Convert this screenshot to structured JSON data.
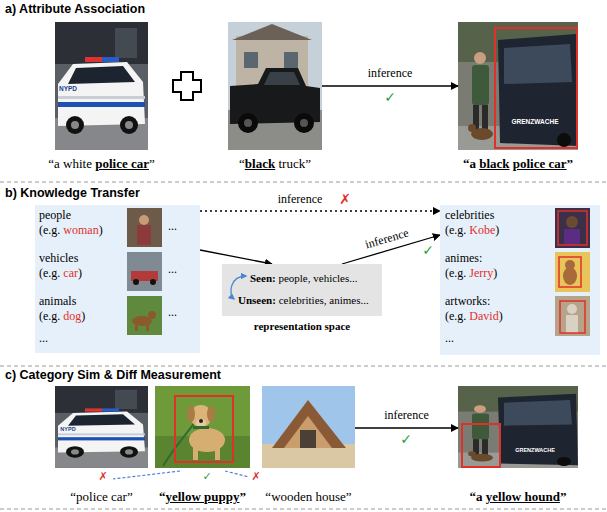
{
  "diagram": {
    "nodes": [
      {
        "text": [
          "“a white",
          "police car",
          "”"
        ]
      },
      {
        "text": [
          "“",
          "black",
          "truck”"
        ]
      },
      {
        "text": [
          "“a",
          "black",
          "police car",
          "”"
        ]
      },
      {
        "text": [
          "people",
          "(e.g.",
          "woman",
          ")",
          "...",
          "vehicles",
          "(e.g.",
          "car",
          ")",
          "...",
          "animals",
          "(e.g.",
          "dog",
          ")",
          "...",
          "..."
        ]
      },
      {
        "text": [
          "Seen:",
          "people, vehicles...",
          "Unseen:",
          "celebrities, animes...",
          "representation space"
        ]
      },
      {
        "text": [
          "celebrities",
          "(e.g.",
          "Kobe",
          ")",
          "animes:",
          "(e.g.",
          "Jerry",
          ")",
          "artworks:",
          "(e.g.",
          "David",
          ")",
          "..."
        ]
      },
      {
        "text": [
          "“police car”"
        ]
      },
      {
        "text": [
          "“",
          "yellow puppy",
          "”"
        ]
      },
      {
        "text": [
          "“wooden house”"
        ]
      },
      {
        "text": [
          "“a",
          "yellow hound",
          "”"
        ]
      }
    ],
    "edges": [
      {
        "from": 1,
        "to": 2,
        "label": "inference",
        "arrow": "to"
      },
      {
        "from": 3,
        "to": 5,
        "label": "inference",
        "arrow": "to"
      },
      {
        "from": 3,
        "to": 4,
        "arrow": "to"
      },
      {
        "from": 4,
        "to": 5,
        "label": "inference",
        "arrow": "to"
      },
      {
        "from": 8,
        "to": 9,
        "label": "inference",
        "arrow": "to"
      }
    ],
    "labels": [
      "a) Attribute Association",
      "NYPD",
      "GRENZWACHE",
      "✓",
      "b) Knowledge Transfer",
      "✗",
      "✓",
      "c) Category Sim & Diff Measurement",
      "NYPD",
      "GRENZWACHE",
      "✓",
      "✗",
      "✓",
      "✗"
    ]
  }
}
